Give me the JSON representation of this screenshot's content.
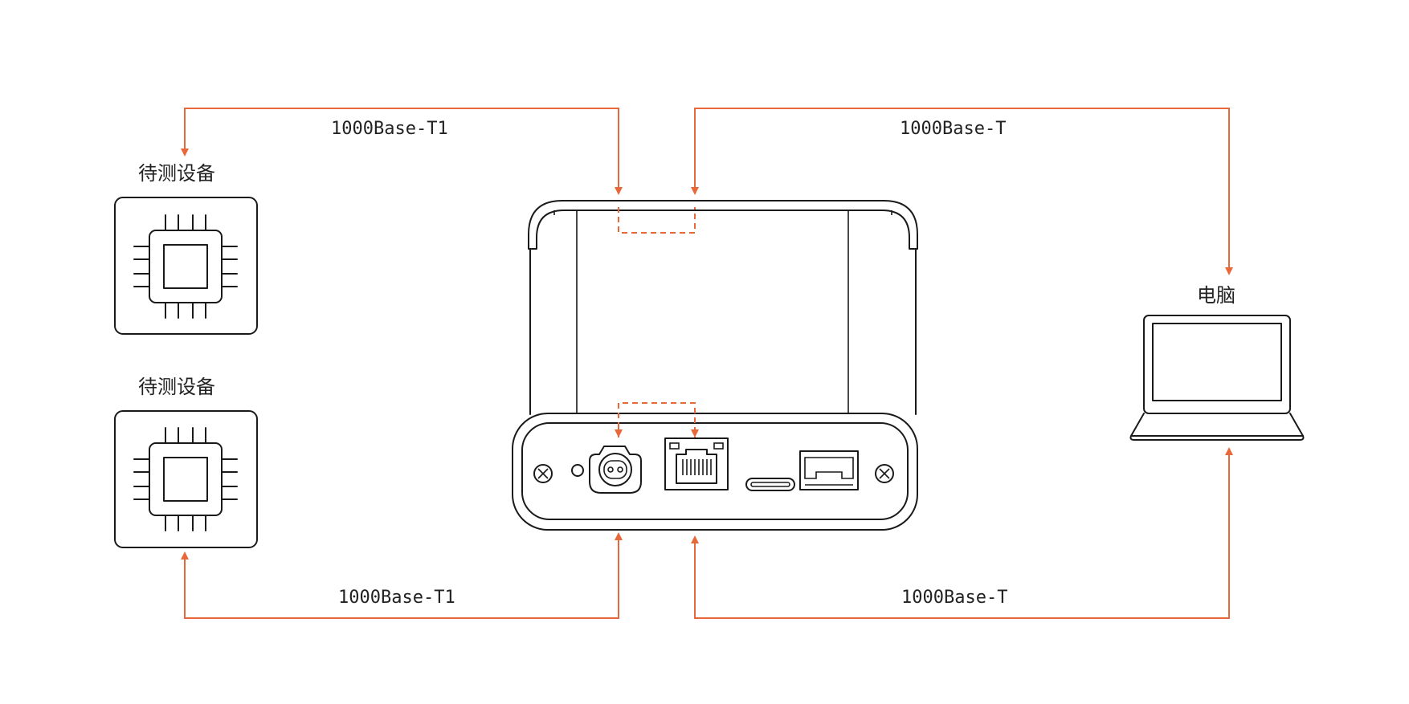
{
  "devices": {
    "dut_top_label": "待测设备",
    "dut_bottom_label": "待测设备",
    "pc_label": "电脑"
  },
  "links": {
    "top_left": "1000Base-T1",
    "top_right": "1000Base-T",
    "bottom_left": "1000Base-T1",
    "bottom_right": "1000Base-T"
  },
  "colors": {
    "wire": "#e8683a",
    "outline": "#1a1a1a"
  },
  "icons": [
    "chip-icon",
    "laptop-icon",
    "screw-icon",
    "led-icon",
    "t1-connector-icon",
    "rj45-port-icon",
    "usb-c-port-icon",
    "sfp-port-icon"
  ]
}
